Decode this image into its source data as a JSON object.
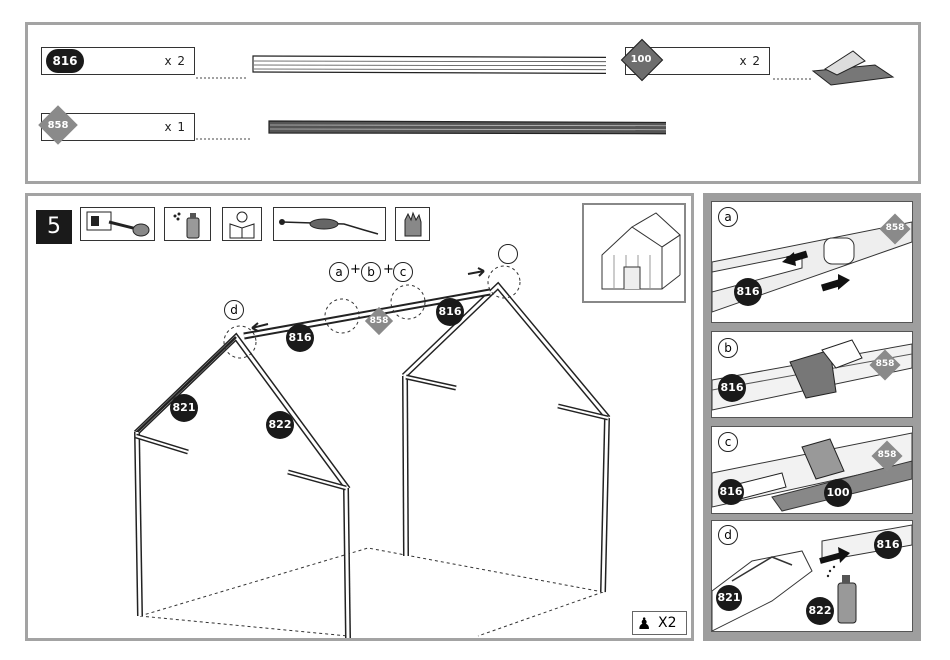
{
  "parts": {
    "p816": {
      "code": "816",
      "qty": "x 2"
    },
    "p858": {
      "code": "858",
      "qty": "x 1"
    },
    "p100": {
      "code": "100",
      "qty": "x 2"
    }
  },
  "step": {
    "number": "5",
    "sequence": {
      "a": "a",
      "b": "b",
      "c": "c",
      "plus1": "+",
      "plus2": "+"
    },
    "detail_letter": "d",
    "labels": {
      "ridge_left": "816",
      "ridge_right": "816",
      "part_858": "858",
      "rafter_821": "821",
      "rafter_822": "822"
    },
    "people": "X2"
  },
  "details": {
    "a": {
      "letter": "a",
      "part_816": "816",
      "part_858": "858"
    },
    "b": {
      "letter": "b",
      "part_816": "816",
      "part_858": "858"
    },
    "c": {
      "letter": "c",
      "part_816": "816",
      "part_858": "858",
      "part_100": "100"
    },
    "d": {
      "letter": "d",
      "part_816": "816",
      "part_821": "821",
      "part_822": "822"
    }
  },
  "icons": [
    "mallet-icon",
    "spray-can-icon",
    "reading-manual-icon",
    "cable-tie-icon",
    "glove-icon",
    "shed-overview-icon",
    "person-icon"
  ]
}
